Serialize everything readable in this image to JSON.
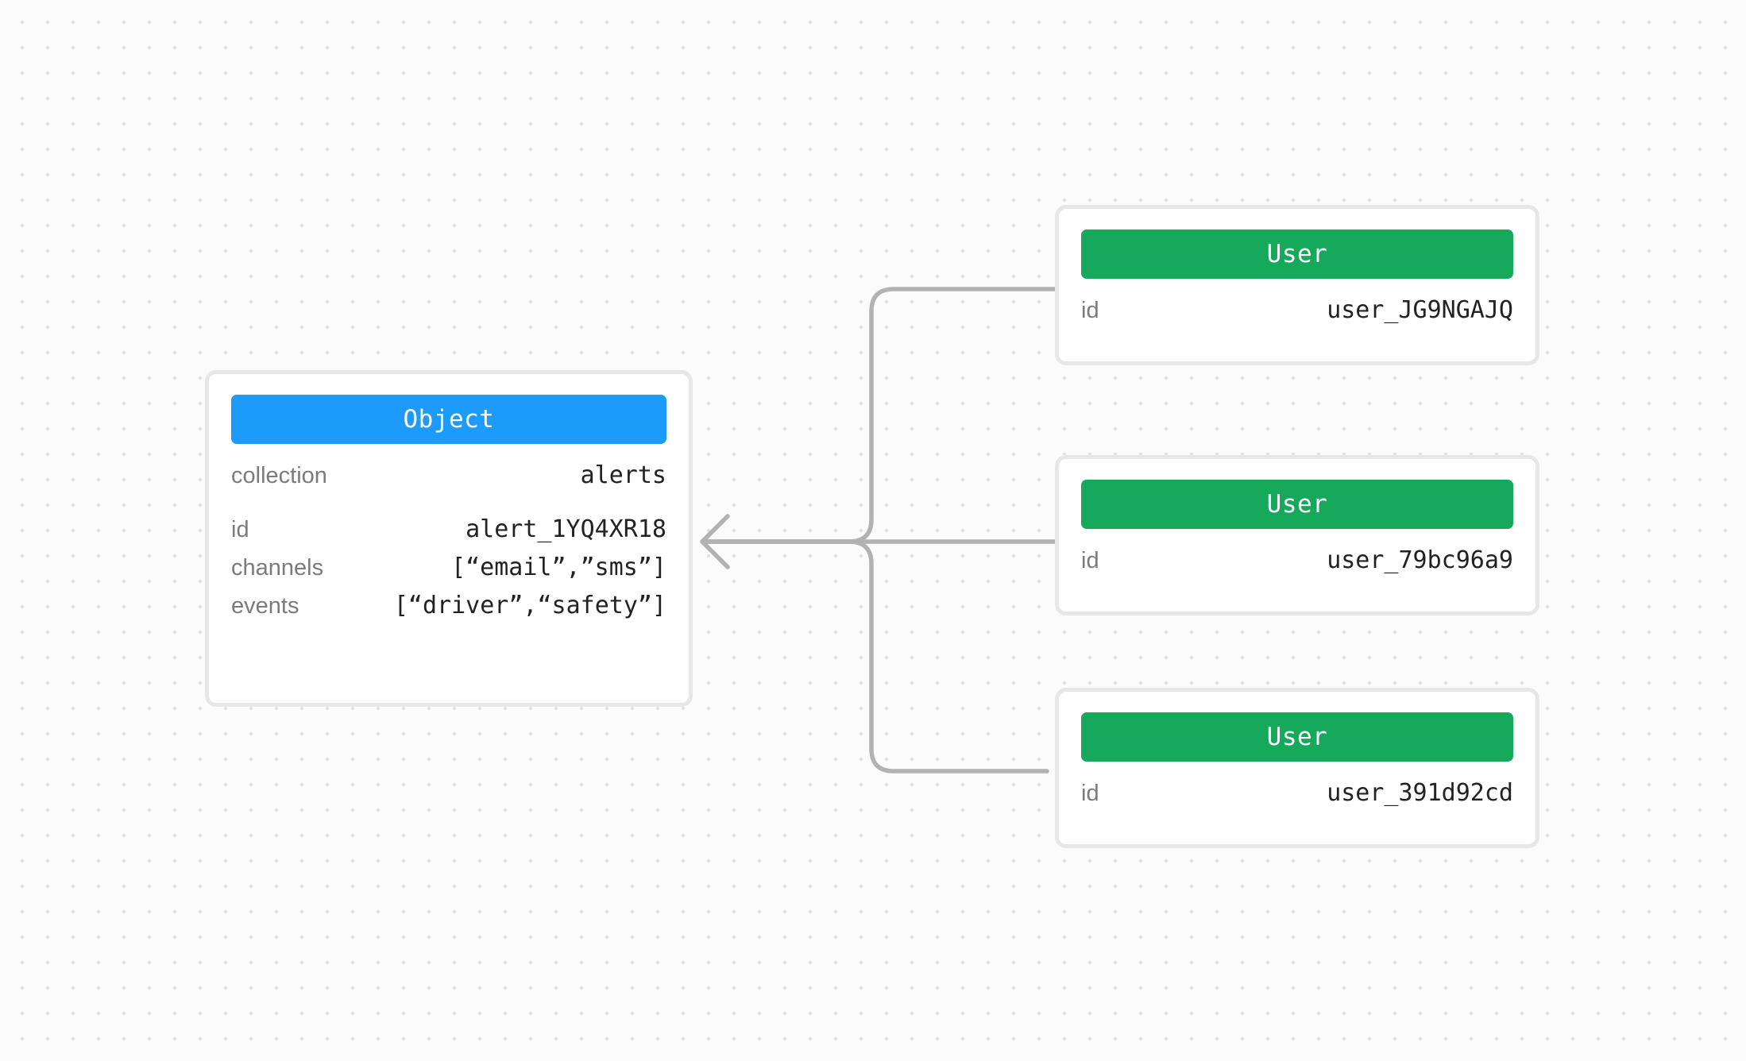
{
  "canvas": {
    "background": "#fbfbfb",
    "dot_color": "#e2e2e2"
  },
  "colors": {
    "object_header": "#1c9bfa",
    "user_header": "#16a95b",
    "edge": "#b2b2b2",
    "card_border": "#e7e7e7",
    "key_text": "#7b7b7b",
    "value_text": "#222222"
  },
  "diagram": {
    "type": "entity-relationship",
    "nodes": [
      {
        "id": "object",
        "header": "Object",
        "header_color": "#1c9bfa",
        "fields_primary": [
          {
            "key": "collection",
            "value": "alerts"
          }
        ],
        "fields_secondary": [
          {
            "key": "id",
            "value": "alert_1YQ4XR18"
          },
          {
            "key": "channels",
            "value": "[“email”,”sms”]"
          },
          {
            "key": "events",
            "value": "[“driver”,“safety”]"
          }
        ]
      },
      {
        "id": "user-1",
        "header": "User",
        "header_color": "#16a95b",
        "fields_primary": [
          {
            "key": "id",
            "value": "user_JG9NGAJQ"
          }
        ]
      },
      {
        "id": "user-2",
        "header": "User",
        "header_color": "#16a95b",
        "fields_primary": [
          {
            "key": "id",
            "value": "user_79bc96a9"
          }
        ]
      },
      {
        "id": "user-3",
        "header": "User",
        "header_color": "#16a95b",
        "fields_primary": [
          {
            "key": "id",
            "value": "user_391d92cd"
          }
        ]
      }
    ],
    "edges": [
      {
        "from": "user-1",
        "to": "object",
        "arrow": "to-object"
      },
      {
        "from": "user-2",
        "to": "object",
        "arrow": "to-object"
      },
      {
        "from": "user-3",
        "to": "object",
        "arrow": "to-object"
      }
    ]
  }
}
